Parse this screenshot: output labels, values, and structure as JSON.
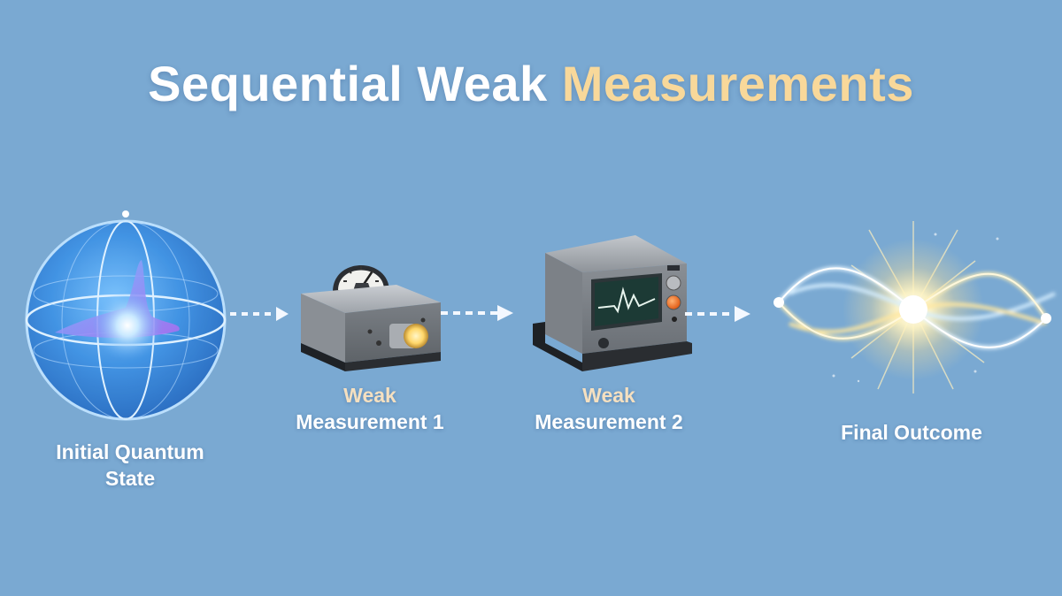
{
  "title": {
    "primary": "Sequential Weak",
    "accent": "Measurements"
  },
  "colors": {
    "background": "#7aa9d2",
    "title_accent": "#f8d89a",
    "label_accent": "#f5e0c0",
    "sphere": "#3c8fe0",
    "device_gray": "#6f7378",
    "scope_screen": "#1f3a36",
    "orange_knob": "#f07a2a",
    "lamp_glow": "#ffe7a0"
  },
  "stages": [
    {
      "id": "initial",
      "icon": "quantum-sphere-icon",
      "label_line1": "Initial Quantum",
      "label_line2": "State"
    },
    {
      "id": "weak1",
      "icon": "meter-device-icon",
      "label_line1": "Weak",
      "label_line2": "Measurement 1"
    },
    {
      "id": "weak2",
      "icon": "oscilloscope-icon",
      "label_line1": "Weak",
      "label_line2": "Measurement 2"
    },
    {
      "id": "final",
      "icon": "wave-burst-icon",
      "label_line1": "Final Outcome",
      "label_line2": ""
    }
  ],
  "arrows": [
    {
      "from": "initial",
      "to": "weak1",
      "style": "dashed"
    },
    {
      "from": "weak1",
      "to": "weak2",
      "style": "dashed"
    },
    {
      "from": "weak2",
      "to": "final",
      "style": "dashed"
    }
  ]
}
